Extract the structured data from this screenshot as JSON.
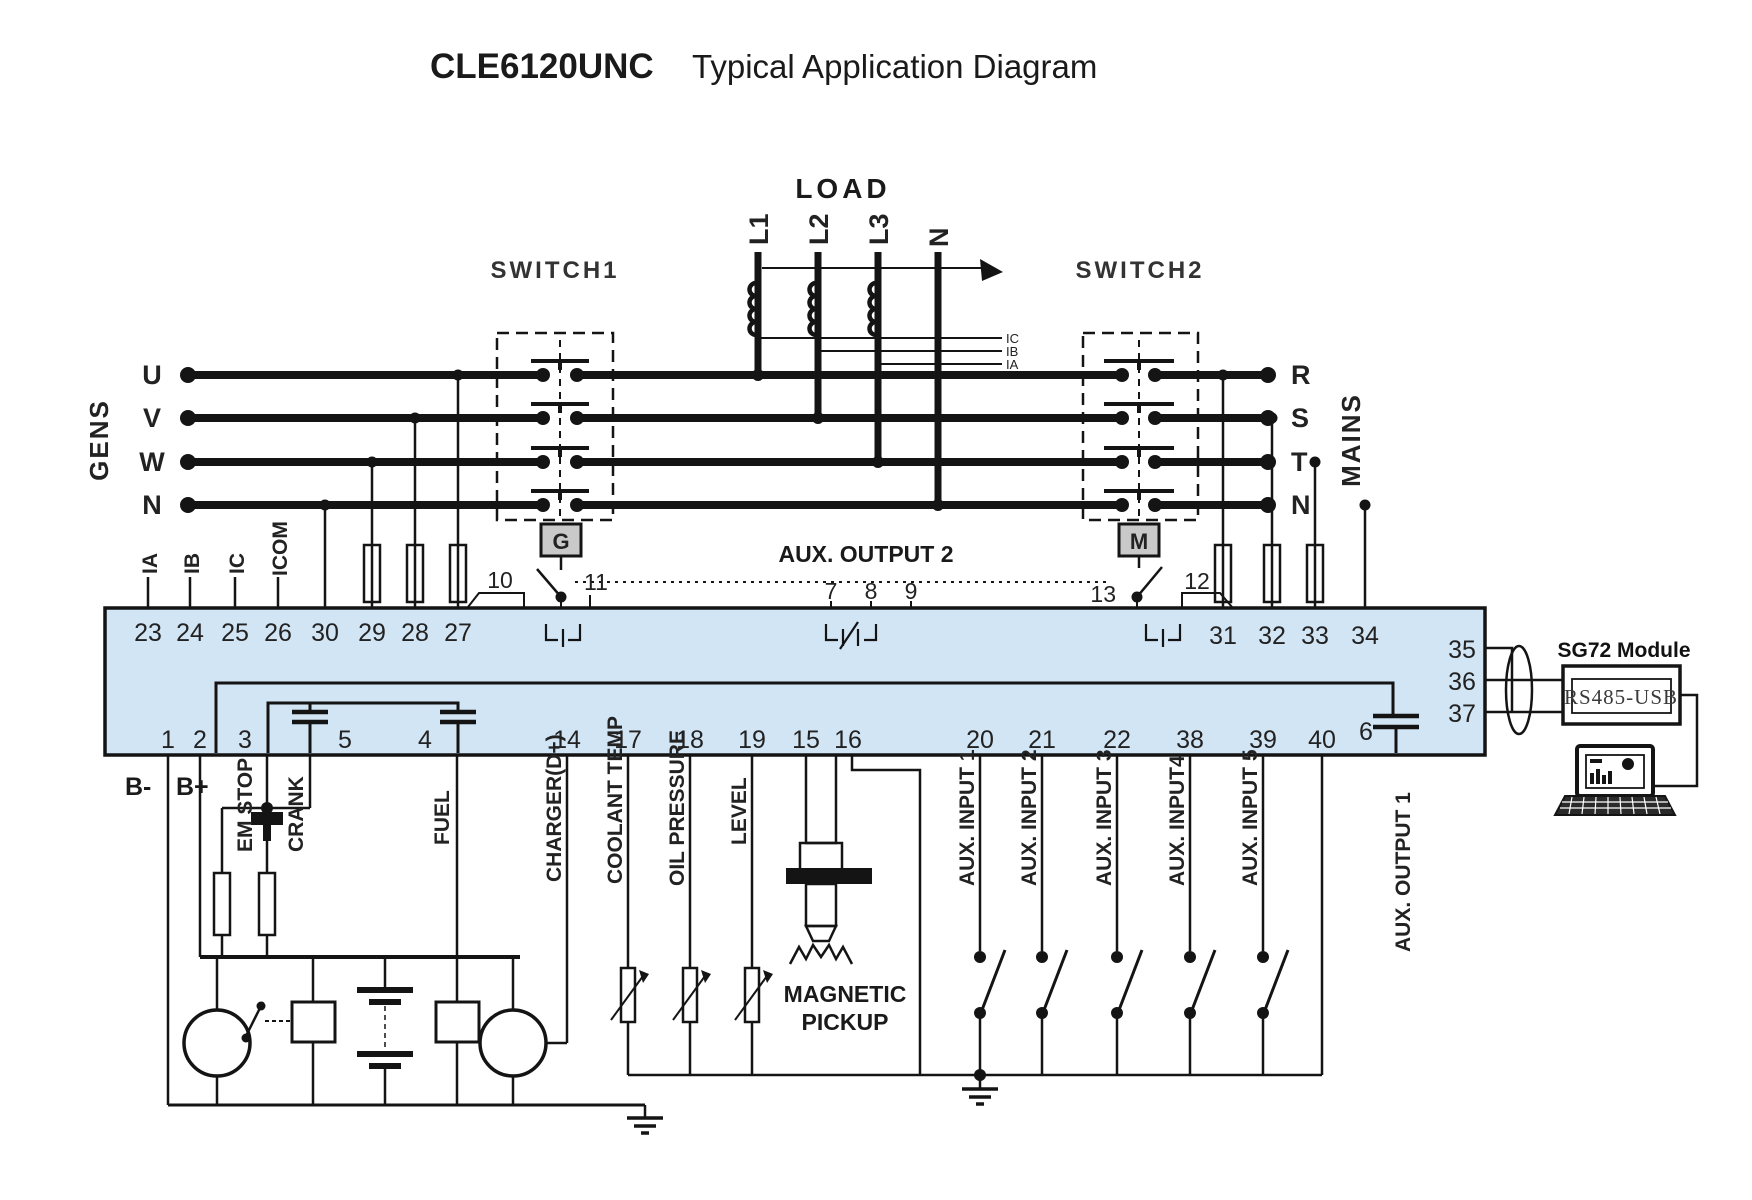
{
  "title": {
    "model": "CLE6120UNC",
    "subtitle": "Typical Application Diagram"
  },
  "top": {
    "load_label": "LOAD",
    "load_lines": [
      "L1",
      "L2",
      "L3",
      "N"
    ],
    "ct_labels": [
      "IC",
      "IB",
      "IA"
    ]
  },
  "gens": {
    "group": "GENS",
    "phases": [
      "U",
      "V",
      "W",
      "N"
    ]
  },
  "mains": {
    "group": "MAINS",
    "phases": [
      "R",
      "S",
      "T",
      "N"
    ]
  },
  "switch1": {
    "label": "SWITCH1",
    "device": "G"
  },
  "switch2": {
    "label": "SWITCH2",
    "device": "M"
  },
  "controller": {
    "aux_output2_label": "AUX. OUTPUT 2",
    "input_labels": [
      "IA",
      "IB",
      "IC",
      "ICOM"
    ],
    "top_terminals": [
      "23",
      "24",
      "25",
      "26",
      "30",
      "29",
      "28",
      "27"
    ],
    "relay_terminals": [
      "10",
      "11",
      "7",
      "8",
      "9",
      "13",
      "12"
    ],
    "mains_terminals": [
      "31",
      "32",
      "33",
      "34"
    ],
    "comm_terminals": [
      "35",
      "36",
      "37"
    ],
    "bottom_terminals": [
      "1",
      "2",
      "3",
      "5",
      "4",
      "14",
      "17",
      "18",
      "19",
      "15",
      "16",
      "20",
      "21",
      "22",
      "38",
      "39",
      "40",
      "6"
    ]
  },
  "bottom": {
    "battery_neg": "B-",
    "battery_pos": "B+",
    "em_stop": "EM STOP",
    "crank": "CRANK",
    "fuel": "FUEL",
    "charger": "CHARGER(D+)",
    "coolant": "COOLANT TEMP",
    "oil": "OIL PRESSURE",
    "level": "LEVEL",
    "magnetic_1": "MAGNETIC",
    "magnetic_2": "PICKUP",
    "aux_inputs": [
      "AUX. INPUT 1",
      "AUX. INPUT 2",
      "AUX. INPUT 3",
      "AUX. INPUT4",
      "AUX. INPUT 5"
    ],
    "aux_output1": "AUX. OUTPUT 1"
  },
  "module": {
    "name": "SG72 Module",
    "interface": "RS485-USB"
  },
  "colors": {
    "panel": "#d2e5f5",
    "device_fill": "#c9c9c9",
    "line": "#141414"
  }
}
